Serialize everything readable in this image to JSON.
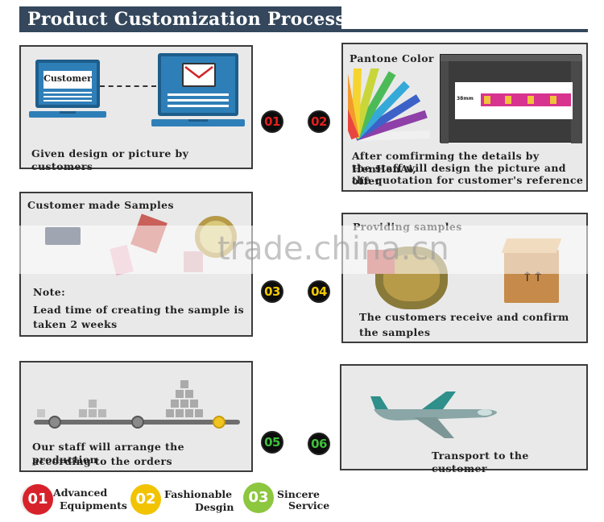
{
  "header": {
    "title": "Product Customization Process"
  },
  "steps": [
    {
      "num": "01",
      "caption": "Given design or picture by customers",
      "box_label": "Customer"
    },
    {
      "num": "02",
      "title": "Pantone Color",
      "caption_lines": [
        "After comfirming the details by HenHenAi,",
        "the staff will design the picture and offer",
        "the quotation for customer's reference"
      ],
      "screen_label": "38mm"
    },
    {
      "num": "03",
      "title": "Customer made Samples",
      "caption_lines": [
        "Note:",
        "Lead time of creating the sample is",
        "taken 2 weeks"
      ]
    },
    {
      "num": "04",
      "title": "Providing samples",
      "caption_lines": [
        "The customers receive and confirm",
        "the samples"
      ]
    },
    {
      "num": "05",
      "caption_lines": [
        "Our staff will arrange the production",
        "according to the orders"
      ]
    },
    {
      "num": "06",
      "caption": "Transport to the customer"
    }
  ],
  "watermark": "trade.china.cn",
  "features": [
    {
      "num": "01",
      "line1": "Advanced",
      "line2": "Equipments",
      "color": "#d8222b"
    },
    {
      "num": "02",
      "line1": "Fashionable",
      "line2": "Desgin",
      "color": "#f2c300"
    },
    {
      "num": "03",
      "line1": "Sincere",
      "line2": "Service",
      "color": "#8dc63f"
    }
  ],
  "colors": {
    "header": "#34475c",
    "card": "#e9e9e9",
    "laptop": "#2e7fb8"
  }
}
